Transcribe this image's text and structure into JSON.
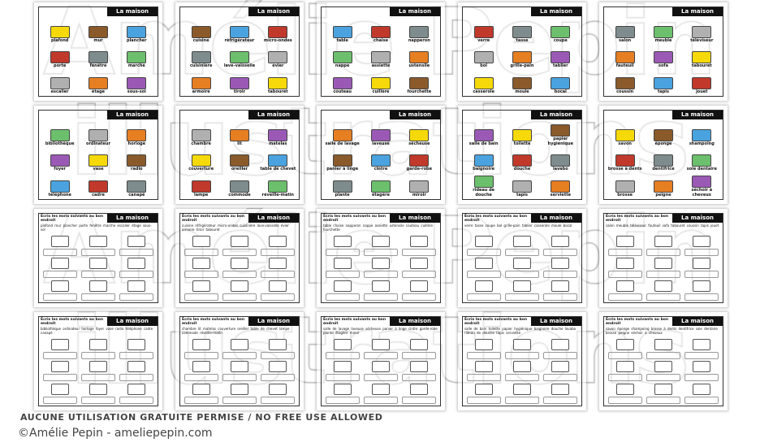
{
  "header_label": "La maison",
  "worksheet_instruction": "Écris les mots suivants au bon endroit",
  "colors": [
    "#f5d90a",
    "#8a5a2b",
    "#4aa3df",
    "#c0392b",
    "#7f8c8d",
    "#6cbf6c",
    "#b0b0b0",
    "#e67e22",
    "#9b59b6"
  ],
  "sets": [
    [
      "plafond",
      "mur",
      "plancher",
      "porte",
      "fenêtre",
      "marche",
      "escalier",
      "étage",
      "sous-sol"
    ],
    [
      "cuisine",
      "réfrigérateur",
      "micro-ondes",
      "cuisinière",
      "lave-vaisselle",
      "évier",
      "armoire",
      "tiroir",
      "tabouret"
    ],
    [
      "table",
      "chaise",
      "napperon",
      "nappe",
      "assiette",
      "ustensile",
      "couteau",
      "cuillère",
      "fourchette"
    ],
    [
      "verre",
      "tasse",
      "coupe",
      "bol",
      "grille-pain",
      "tablier",
      "casserole",
      "moule",
      "bocal"
    ],
    [
      "salon",
      "meuble",
      "téléviseur",
      "fauteuil",
      "sofa",
      "tabouret",
      "coussin",
      "tapis",
      "jouet"
    ],
    [
      "bibliothèque",
      "ordinateur",
      "horloge",
      "foyer",
      "vase",
      "radio",
      "téléphone",
      "cadre",
      "canapé"
    ],
    [
      "chambre",
      "lit",
      "matelas",
      "couverture",
      "oreiller",
      "table de chevet",
      "lampe",
      "commode",
      "réveille-matin"
    ],
    [
      "salle de lavage",
      "laveuse",
      "sécheuse",
      "panier à linge",
      "cintre",
      "garde-robe",
      "plante",
      "étagère",
      "miroir"
    ],
    [
      "salle de bain",
      "toilette",
      "papier hygiénique",
      "baignoire",
      "douche",
      "lavabo",
      "rideau de douche",
      "tapis",
      "serviette"
    ],
    [
      "savon",
      "éponge",
      "shampoing",
      "brosse à dents",
      "dentifrice",
      "soie dentaire",
      "brosse",
      "peigne",
      "séchoir à cheveux"
    ]
  ],
  "watermark": {
    "line1": "Amélie Pepin",
    "line2": "illustrations"
  },
  "footer": {
    "notice": "AUCUNE UTILISATION GRATUITE PERMISE / NO FREE USE ALLOWED",
    "copyright": "©Amélie Pepin - ameliepepin.com"
  }
}
